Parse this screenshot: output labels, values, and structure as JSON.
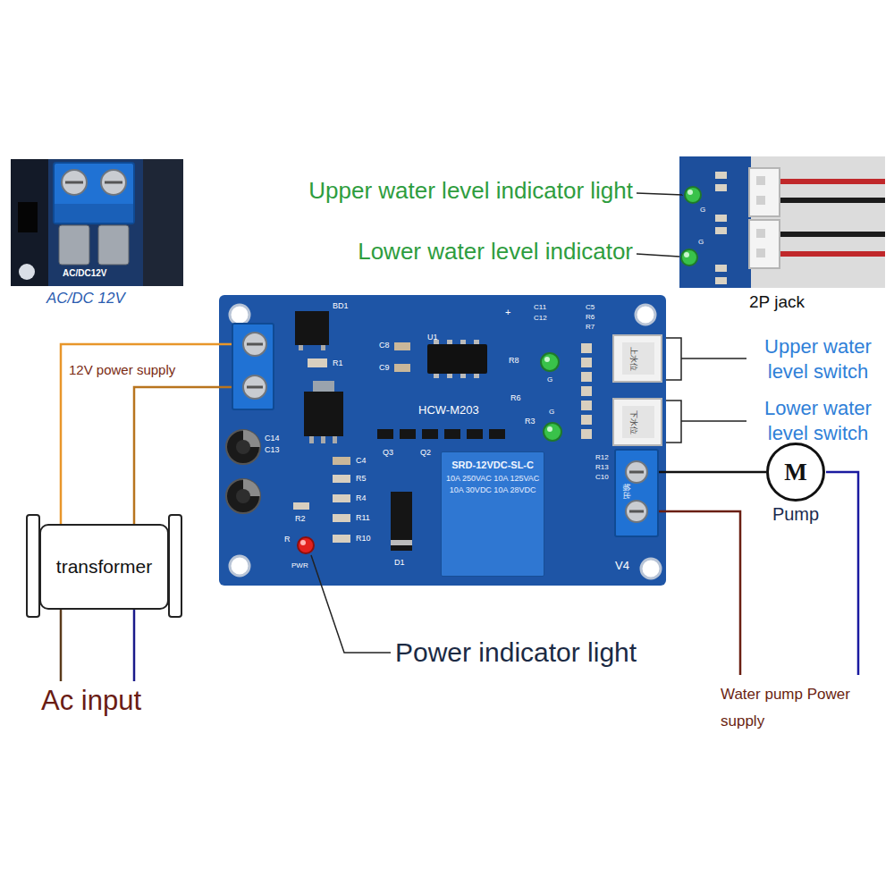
{
  "diagram": {
    "nodes": [
      {
        "text": [
          "HCW-M203"
        ]
      },
      {
        "text": [
          "SRD-12VDC-SL-C",
          "10A 250VAC 10A 125VAC",
          "10A 30VDC 10A 28VDC"
        ],
        "in": 0
      },
      {
        "text": [
          "transformer"
        ]
      },
      {
        "text": [
          "M",
          "Pump"
        ]
      }
    ],
    "edges": [
      {
        "from": 2,
        "to": 0,
        "arrow": "none",
        "label": "12V power supply"
      },
      {
        "from": 0,
        "to": 3,
        "arrow": "none"
      }
    ],
    "labels": [
      "AC/DC12V",
      "AC/DC 12V",
      "Upper water level indicator light",
      "Lower water level indicator",
      "G",
      "G",
      "2P jack",
      "Upper water level switch",
      "Lower water level switch",
      "Power indicator light",
      "Ac input",
      "Water pump Power supply",
      "BD1",
      "R1",
      "U1",
      "C8",
      "C9",
      "+",
      "C11",
      "C12",
      "C5",
      "R6",
      "R7",
      "R8",
      "G",
      "R6",
      "G",
      "R3",
      "C14",
      "C13",
      "C4",
      "R5",
      "R4",
      "R2",
      "R11",
      "R10",
      "Q3",
      "Q2",
      "R12",
      "R13",
      "C10",
      "D1",
      "R",
      "PWR",
      "V4",
      "上水位",
      "下水位",
      "输出"
    ]
  }
}
